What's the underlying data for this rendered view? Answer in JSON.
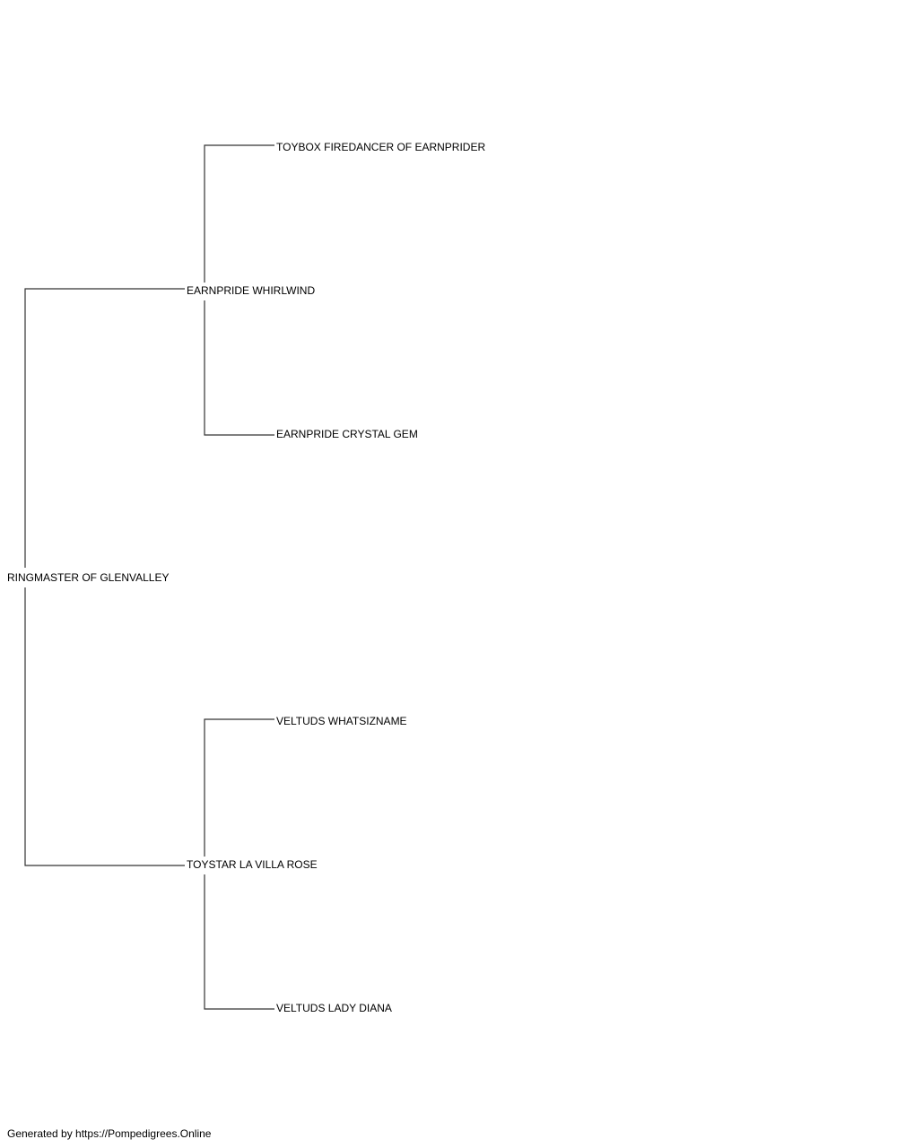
{
  "pedigree": {
    "subject": "RINGMASTER OF GLENVALLEY",
    "sire": "EARNPRIDE WHIRLWIND",
    "dam": "TOYSTAR LA VILLA ROSE",
    "sire_sire": "TOYBOX FIREDANCER OF EARNPRIDER",
    "sire_dam": "EARNPRIDE CRYSTAL GEM",
    "dam_sire": "VELTUDS WHATSIZNAME",
    "dam_dam": "VELTUDS LADY DIANA"
  },
  "footer": {
    "text": "Generated by https://Pompedigrees.Online"
  },
  "colors": {
    "line": "#333333",
    "text": "#000000",
    "background": "#ffffff"
  }
}
